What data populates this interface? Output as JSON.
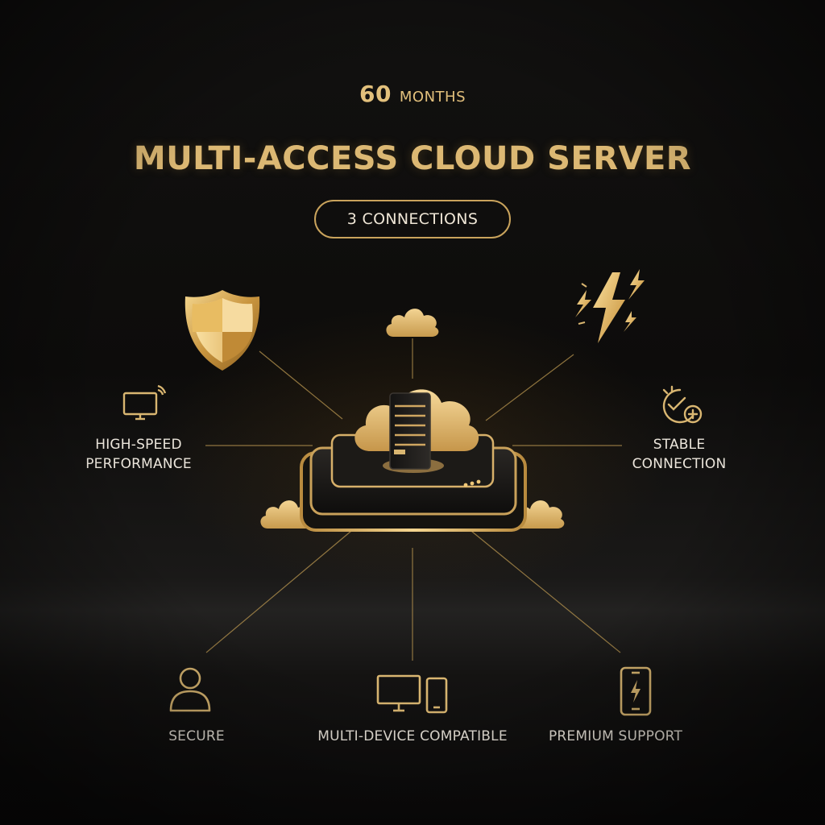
{
  "header": {
    "duration_number": "60",
    "duration_unit": "MONTHS",
    "title": "MULTI-ACCESS CLOUD SERVER",
    "connections_badge": "3 CONNECTIONS"
  },
  "features": {
    "high_speed": {
      "line1": "HIGH-SPEED",
      "line2": "PERFORMANCE",
      "icon": "monitor-wifi-icon"
    },
    "stable": {
      "line1": "STABLE",
      "line2": "CONNECTION",
      "icon": "network-check-icon"
    },
    "secure": {
      "label": "SECURE",
      "icon": "user-icon"
    },
    "multi_device": {
      "label": "MULTI-DEVICE COMPATIBLE",
      "icon": "devices-icon"
    },
    "premium_support": {
      "label": "PREMIUM SUPPORT",
      "icon": "phone-bolt-icon"
    }
  },
  "illustration": {
    "center": "cloud-server-icon",
    "shield": "shield-icon",
    "lightning": "lightning-icon",
    "clouds": [
      "cloud-icon",
      "cloud-icon",
      "cloud-icon"
    ]
  },
  "colors": {
    "gold": "#d9b671",
    "background": "#0b0a09",
    "label_text": "#ece6dc"
  }
}
